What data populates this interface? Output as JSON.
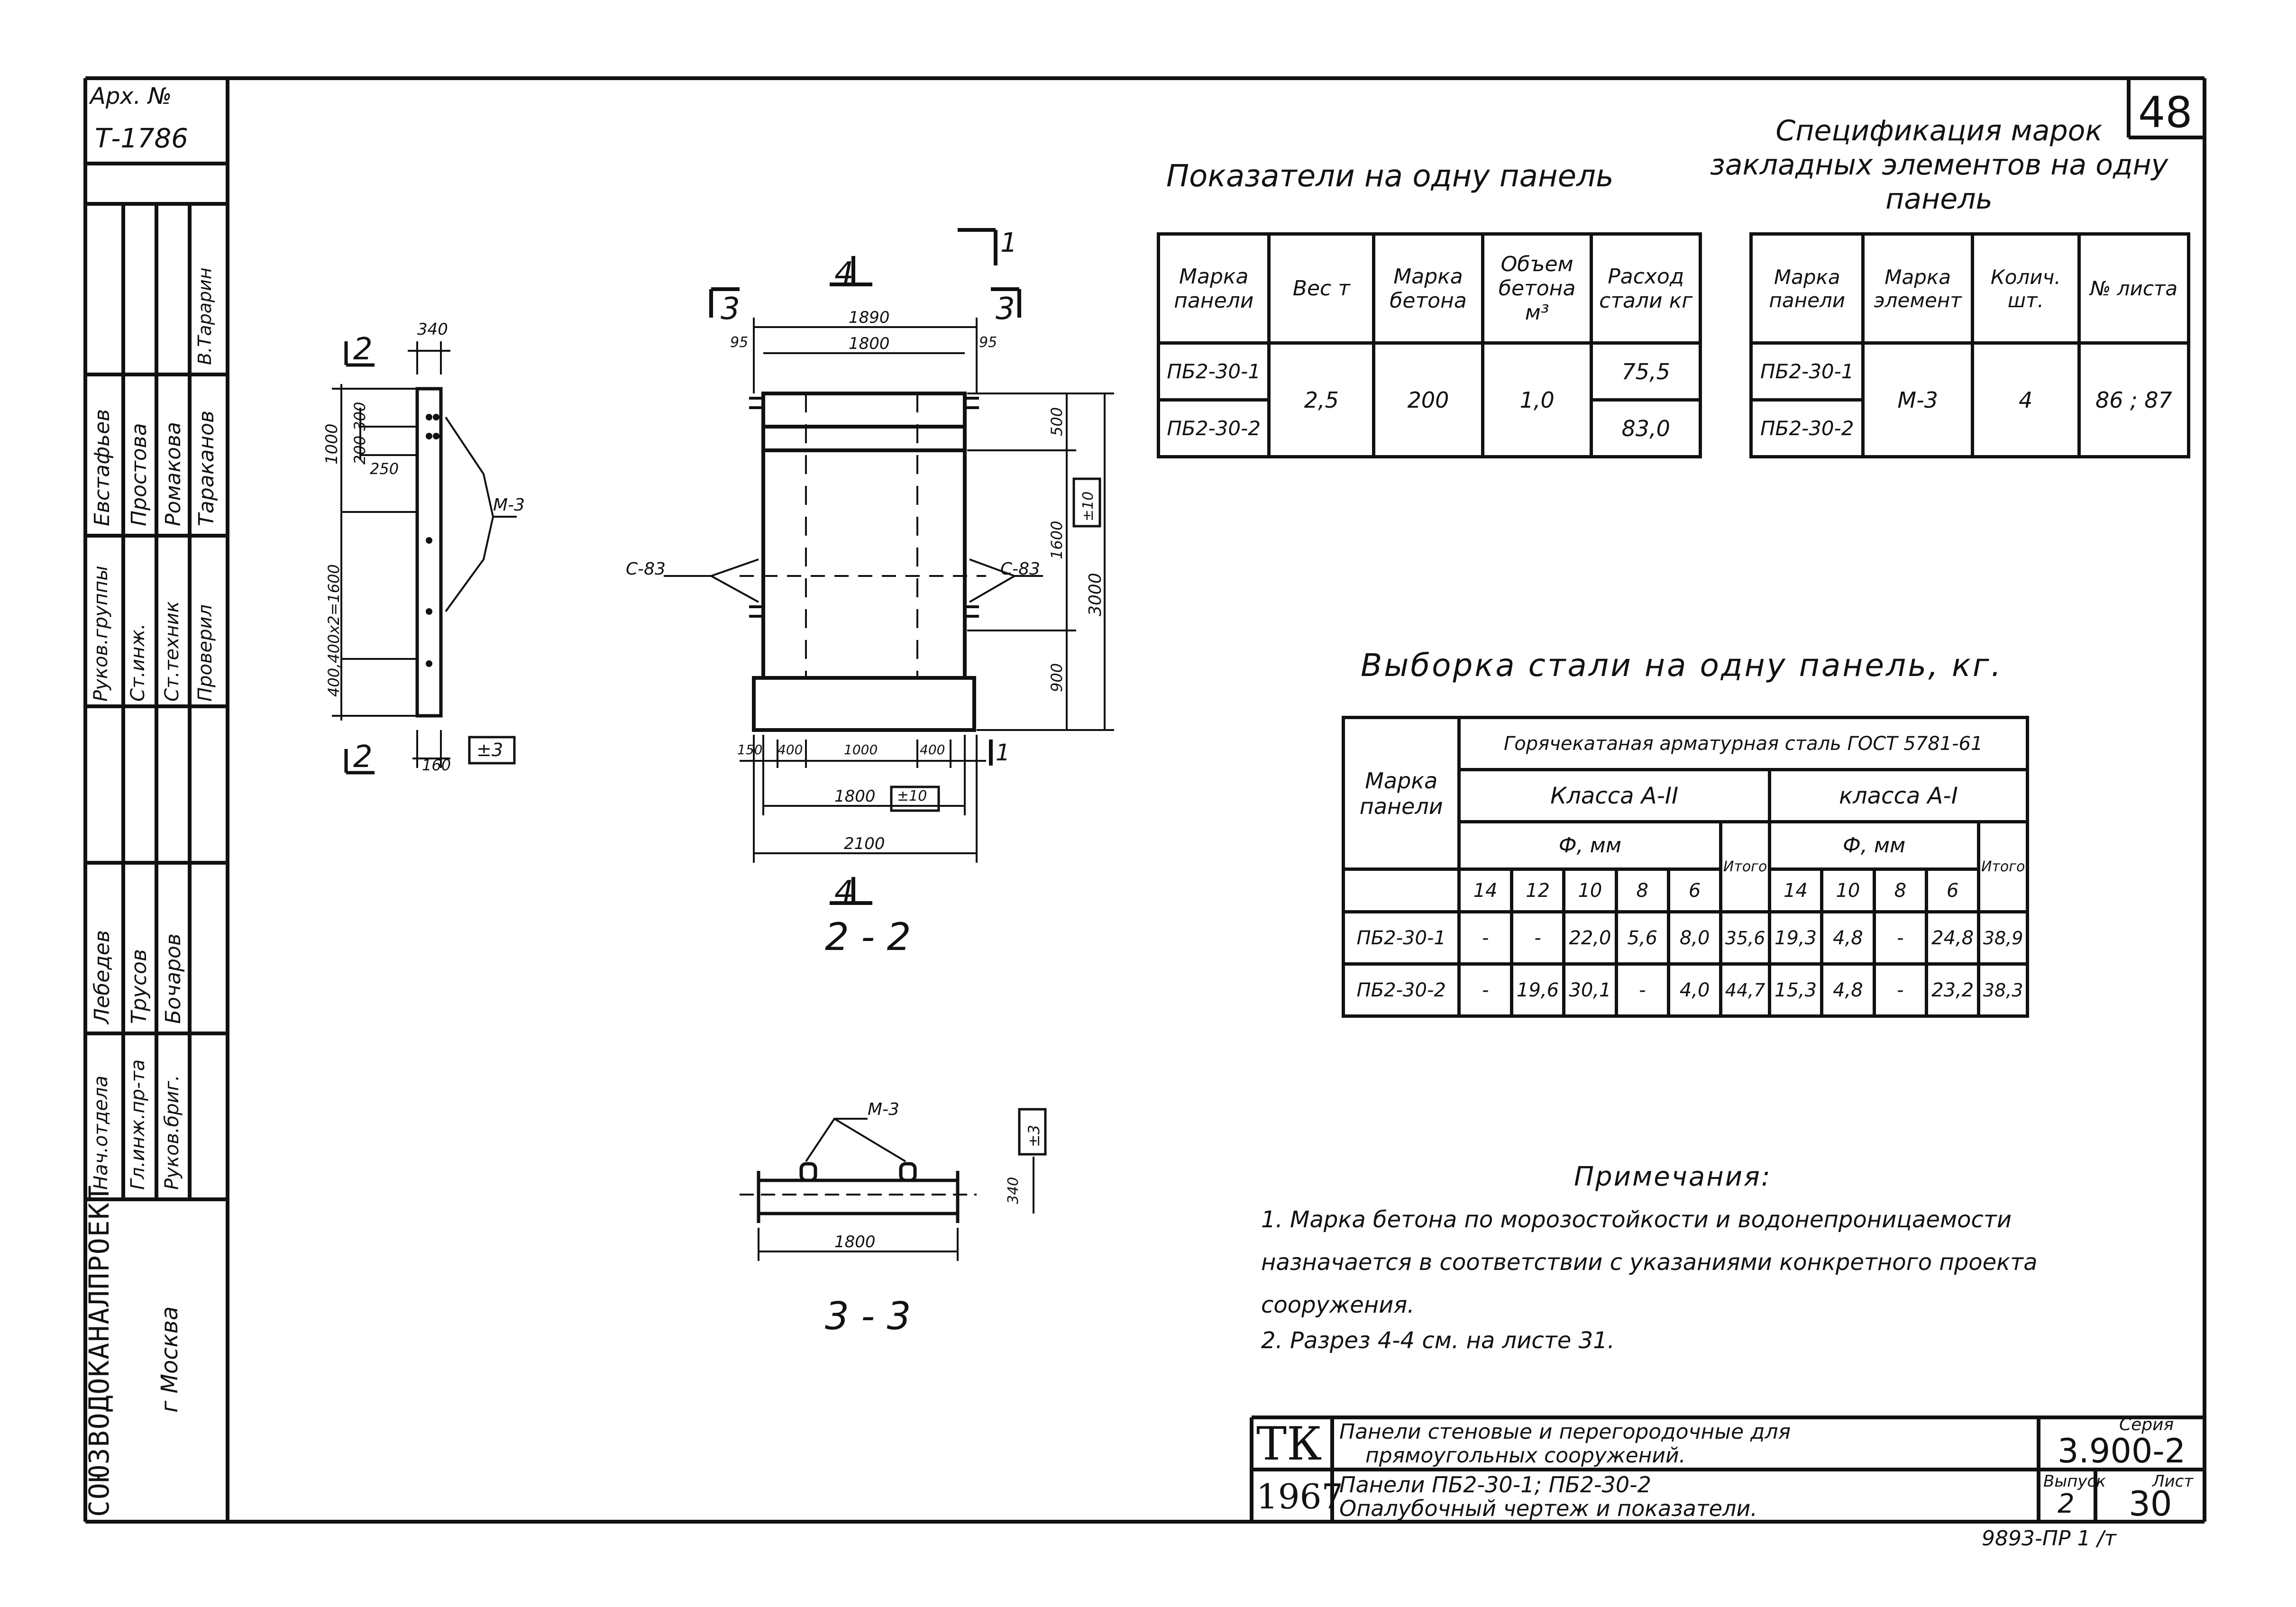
{
  "archive": {
    "label": "Арх. №",
    "number": "Т-1786"
  },
  "sheet_badge": "48",
  "stamp_side": {
    "org": "СОЮЗВОДОКАНАЛПРОЕКТ",
    "city": "г Москва",
    "roles": [
      "Руков.бриг.",
      "Гл.инж.пр-та",
      "Нач.отдела",
      "Руков.группы",
      "Ст.техник",
      "Ст.инж.",
      "Проверил"
    ],
    "names": [
      "Бочаров",
      "Трусов",
      "Лебедев",
      "Ромакова",
      "Простова",
      "Евстафьев",
      "Тараканов",
      "В.Тарарин"
    ]
  },
  "specs_indicators": {
    "title": "Показатели на одну панель",
    "headers": [
      "Марка панели",
      "Вес т",
      "Марка бетона",
      "Объем бетона м³",
      "Расход стали кг"
    ],
    "rows": [
      {
        "mark": "ПБ2-30-1",
        "steel": "75,5"
      },
      {
        "mark": "ПБ2-30-2",
        "steel": "83,0"
      }
    ],
    "weight": "2,5",
    "concrete_grade": "200",
    "volume": "1,0"
  },
  "specs_embedded": {
    "title": "Спецификация марок закладных элементов на одну панель",
    "headers": [
      "Марка панели",
      "Марка элемент",
      "Колич. шт.",
      "№ листа"
    ],
    "rows": [
      {
        "mark": "ПБ2-30-1"
      },
      {
        "mark": "ПБ2-30-2"
      }
    ],
    "element": "М-3",
    "qty": "4",
    "sheets": "86 ; 87"
  },
  "steel_selection": {
    "title": "Выборка стали на одну панель, кг.",
    "group_header": "Горячекатаная арматурная сталь ГОСТ 5781-61",
    "class_a2": "Класса А-II",
    "class_a1": "класса А-I",
    "diam_label": "Ф, мм",
    "total_label": "Итого",
    "row_header": "Марка панели",
    "diam_a2": [
      "14",
      "12",
      "10",
      "8",
      "6"
    ],
    "diam_a1": [
      "14",
      "10",
      "8",
      "6"
    ],
    "rows": [
      {
        "mark": "ПБ2-30-1",
        "a2": [
          "-",
          "-",
          "22,0",
          "5,6",
          "8,0"
        ],
        "a2_total": "35,6",
        "a1": [
          "19,3",
          "4,8",
          "-",
          "24,8"
        ],
        "a1_total": "38,9"
      },
      {
        "mark": "ПБ2-30-2",
        "a2": [
          "-",
          "19,6",
          "30,1",
          "-",
          "4,0"
        ],
        "a2_total": "44,7",
        "a1": [
          "15,3",
          "4,8",
          "-",
          "23,2"
        ],
        "a1_total": "38,3"
      }
    ]
  },
  "drawing_labels": {
    "section_22": "2 - 2",
    "section_33": "3 - 3",
    "cut_2": "2",
    "cut_3": "3",
    "cut_4": "4",
    "cut_1": "1",
    "m3": "М-3",
    "c83": "С-83",
    "dims": {
      "d340": "340",
      "d200_300": "200 300",
      "d250": "250",
      "d1000": "1000",
      "d1600": "400,400x2=1600",
      "d400": "400",
      "d160": "160",
      "tol3": "±3",
      "d1890": "1890",
      "d1800": "1800",
      "d95": "95",
      "d500": "500",
      "d1600b": "1600",
      "tol10": "±10",
      "d3000": "3000",
      "d900": "900",
      "d150": "150",
      "d400b": "400",
      "d1000b": "1000",
      "d400c": "400",
      "d1800b": "1800",
      "d2100": "2100",
      "d1800c": "1800",
      "d340b": "340"
    }
  },
  "notes": {
    "title": "Примечания:",
    "lines": [
      "1. Марка бетона по морозостойкости и водонепроницаемости",
      "назначается в соответствии с указаниями конкретного проекта",
      "сооружения.",
      "2. Разрез 4-4 см. на листе 31."
    ]
  },
  "title_block": {
    "logo": "ТК",
    "year": "1967",
    "line1": "Панели стеновые и перегородочные для",
    "line2": "прямоугольных сооружений.",
    "line3": "Панели ПБ2-30-1; ПБ2-30-2",
    "line4": "Опалубочный чертеж и показатели.",
    "series_label": "Серия",
    "series": "3.900-2",
    "issue_label": "Выпуск",
    "issue": "2",
    "sheet_label": "Лист",
    "sheet": "30"
  },
  "bottom_code": "9893-ПР  1 /т"
}
